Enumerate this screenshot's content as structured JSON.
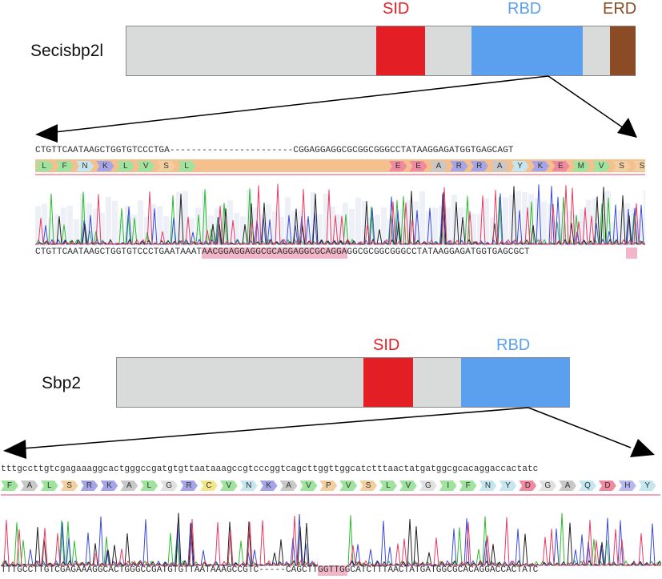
{
  "colors": {
    "bar": "#d9dbdb",
    "sid": "#e31e24",
    "rbd": "#5aa0ef",
    "erd": "#8b4b25",
    "orf": "#f5bf8e",
    "trace_a": "#2dbd30",
    "trace_c": "#3a4cd9",
    "trace_g": "#222222",
    "trace_t": "#e83b63",
    "highlight": "#f2b6c8"
  },
  "panel1": {
    "gene_name": "Secisbp2l",
    "domains": [
      {
        "label": "SID",
        "color": "#e31e24"
      },
      {
        "label": "RBD",
        "color": "#5aa0ef"
      },
      {
        "label": "ERD",
        "color": "#8b4b25"
      }
    ],
    "ref_seq": "CTGTTCAATAAGCTGGTGTCCCTGA-----------------------CGGAGGAGGCGCGGCGGGCCTATAAGGAGATGGTGAGCAGT",
    "aa_left": [
      "L",
      "F",
      "N",
      "K",
      "L",
      "V",
      "S",
      "L"
    ],
    "aa_right": [
      "E",
      "E",
      "A",
      "R",
      "R",
      "A",
      "Y",
      "K",
      "E",
      "M",
      "V",
      "S",
      "S"
    ],
    "read_seq": "CTGTTCAATAAGCTGGTGTCCCTGAATAAATAACGGAGGAGGCGCAGGAGGCGCAGGAGGCGCGGCGGGCCTATAAGGAGATGGTGAGCGCT"
  },
  "panel2": {
    "gene_name": "Sbp2",
    "domains": [
      {
        "label": "SID",
        "color": "#e31e24"
      },
      {
        "label": "RBD",
        "color": "#5aa0ef"
      }
    ],
    "ref_seq": "tttgccttgtcgagaaaggcactgggccgatgtgttaataaagccgtcccggtcagcttggttggcatctttaactatgatggcgcacaggaccactatc",
    "aa": [
      "F",
      "A",
      "L",
      "S",
      "R",
      "K",
      "A",
      "L",
      "G",
      "R",
      "C",
      "V",
      "N",
      "K",
      "A",
      "V",
      "P",
      "V",
      "S",
      "L",
      "V",
      "G",
      "I",
      "F",
      "N",
      "Y",
      "D",
      "G",
      "A",
      "Q",
      "D",
      "H",
      "Y"
    ],
    "read_seq": "TTTGCCTTGTCGAGAAAGGCACTGGGCCGATGTGTTAATAAAGCCGTC-----CAGCTTGGTTGGCATCTTTAACTATGATGGCGCACAGGACCACTATC"
  }
}
